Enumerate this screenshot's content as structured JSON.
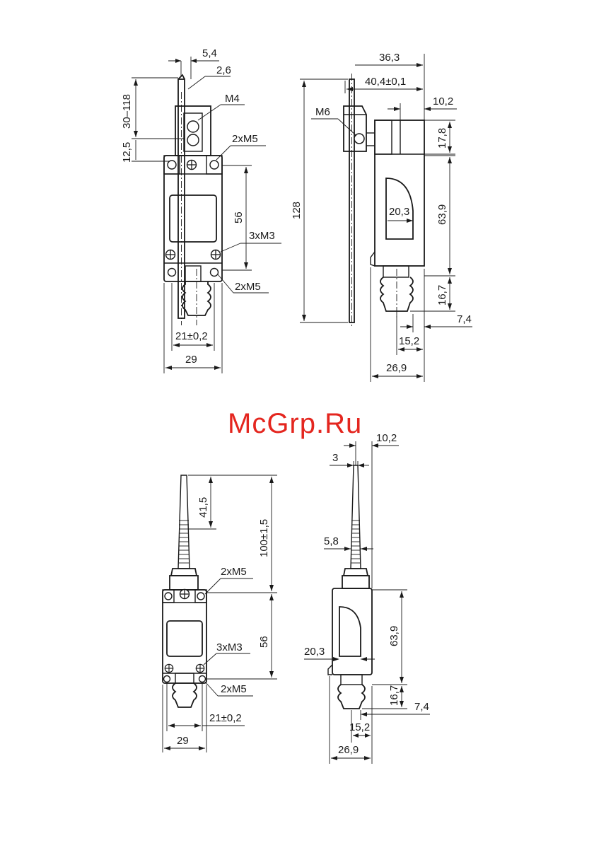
{
  "watermark": "McGrp.Ru",
  "view_top_front": {
    "d_5_4": "5,4",
    "d_2_6": "2,6",
    "d_30_118": "30–118",
    "d_12_5": "12,5",
    "m4": "M4",
    "m5_top": "2xM5",
    "d_56": "56",
    "m3": "3xM3",
    "m5_bot": "2xM5",
    "d_21": "21±0,2",
    "d_29": "29"
  },
  "view_top_side": {
    "d_36_3": "36,3",
    "d_40_4": "40,4±0,1",
    "d_10_2": "10,2",
    "m6": "M6",
    "d_17_8": "17,8",
    "d_128": "128",
    "d_20_3": "20,3",
    "d_63_9": "63,9",
    "d_16_7": "16,7",
    "d_7_4": "7,4",
    "d_15_2": "15,2",
    "d_26_9": "26,9"
  },
  "view_bottom_front": {
    "d_41_5": "41,5",
    "d_100": "100±1,5",
    "m5_top": "2xM5",
    "d_56": "56",
    "m3": "3xM3",
    "m5_bot": "2xM5",
    "d_21": "21±0,2",
    "d_29": "29"
  },
  "view_bottom_side": {
    "d_10_2": "10,2",
    "d_3": "3",
    "d_5_8": "5,8",
    "d_63_9": "63,9",
    "d_20_3": "20,3",
    "d_16_7": "16,7",
    "d_7_4": "7,4",
    "d_15_2": "15,2",
    "d_26_9": "26,9"
  }
}
